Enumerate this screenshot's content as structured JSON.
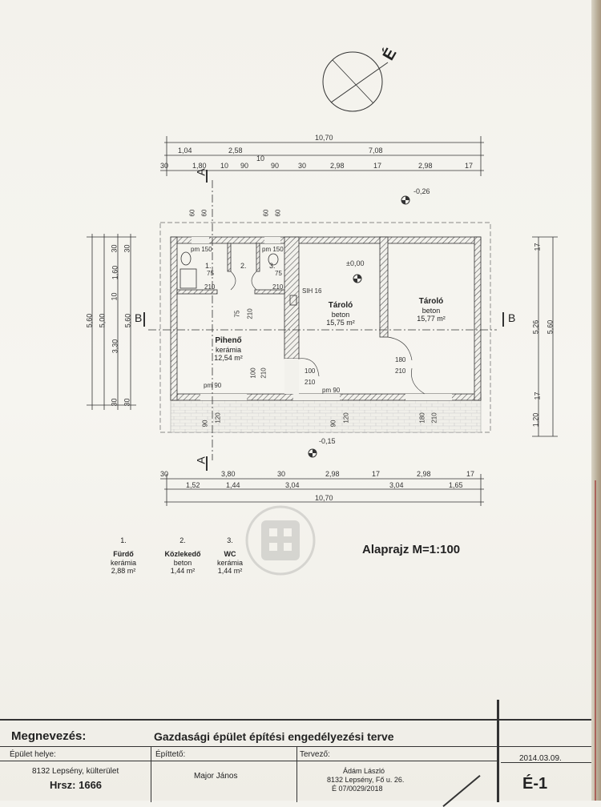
{
  "compass": {
    "label": "É"
  },
  "dims_top": {
    "total": "10,70",
    "row2": [
      "1,04",
      "2,58",
      "7,08"
    ],
    "row3": [
      "30",
      "1,80",
      "10",
      "90",
      "10",
      "90",
      "30",
      "2,98",
      "17",
      "2,98",
      "17"
    ]
  },
  "dims_bottom": {
    "row1": [
      "30",
      "3,80",
      "30",
      "2,98",
      "17",
      "2,98",
      "17"
    ],
    "row2": [
      "1,52",
      "1,44",
      "3,04",
      "3,04",
      "1,65"
    ],
    "total": "10,70"
  },
  "dims_left": {
    "outer": [
      "5,60",
      "5,00"
    ],
    "inner": [
      "30",
      "1,60",
      "10",
      "3,30",
      "30"
    ],
    "third": [
      "30",
      "5,60",
      "30"
    ]
  },
  "dims_right": [
    "17",
    "5,26",
    "5,60",
    "1,20",
    "17"
  ],
  "section_marks": {
    "a": "A",
    "b": "B"
  },
  "levels": {
    "top_right": "-0,26",
    "center": "±0,00",
    "bottom": "-0,15"
  },
  "rooms": [
    {
      "id": "1",
      "name": "1."
    },
    {
      "id": "2",
      "name": "2."
    },
    {
      "id": "3",
      "name": "3."
    },
    {
      "name": "Tároló",
      "floor": "beton",
      "area": "15,75 m²"
    },
    {
      "name": "Tároló",
      "floor": "beton",
      "area": "15,77 m²"
    },
    {
      "name": "Pihenő",
      "floor": "kerámia",
      "area": "12,54 m²"
    }
  ],
  "openings": {
    "pm150_a": "pm 150",
    "pm150_b": "pm 150",
    "w75_a": "75",
    "w210_a": "210",
    "w75_b": "75",
    "w210_b": "210",
    "w75_c": "75",
    "w210_c": "210",
    "sih": "SIH 16",
    "d180": "180",
    "d210_a": "210",
    "d100_a": "100",
    "d210_b": "210",
    "d100_b": "100",
    "d210_c": "210",
    "pm90_a": "pm 90",
    "pm90_b": "pm 90",
    "b90_a": "90",
    "b120_a": "120",
    "b90_b": "90",
    "b120_b": "120",
    "b180": "180",
    "b210": "210",
    "h60_a": "60",
    "h60_b": "60",
    "h60_c": "60",
    "h60_d": "60"
  },
  "legend": [
    {
      "num": "1.",
      "name": "Fürdő",
      "floor": "kerámia",
      "area": "2,88 m²"
    },
    {
      "num": "2.",
      "name": "Közlekedő",
      "floor": "beton",
      "area": "1,44 m²"
    },
    {
      "num": "3.",
      "name": "WC",
      "floor": "kerámia",
      "area": "1,44 m²"
    }
  ],
  "scale_title": "Alaprajz M=1:100",
  "title_block": {
    "megnevezes_label": "Megnevezés:",
    "megnevezes": "Gazdasági épület építési engedélyezési terve",
    "epulet_helye_label": "Épület helye:",
    "epitteto_label": "Építtető:",
    "tervezo_label": "Tervező:",
    "date": "2014.03.09.",
    "location": "8132 Lepsény, külterület",
    "hrsz": "Hrsz: 1666",
    "epitteto": "Major János",
    "tervezo_name": "Ádám László",
    "tervezo_address": "8132 Lepsény, Fő u. 26.",
    "tervezo_license": "É 07/0029/2018",
    "sheet": "É-1"
  }
}
